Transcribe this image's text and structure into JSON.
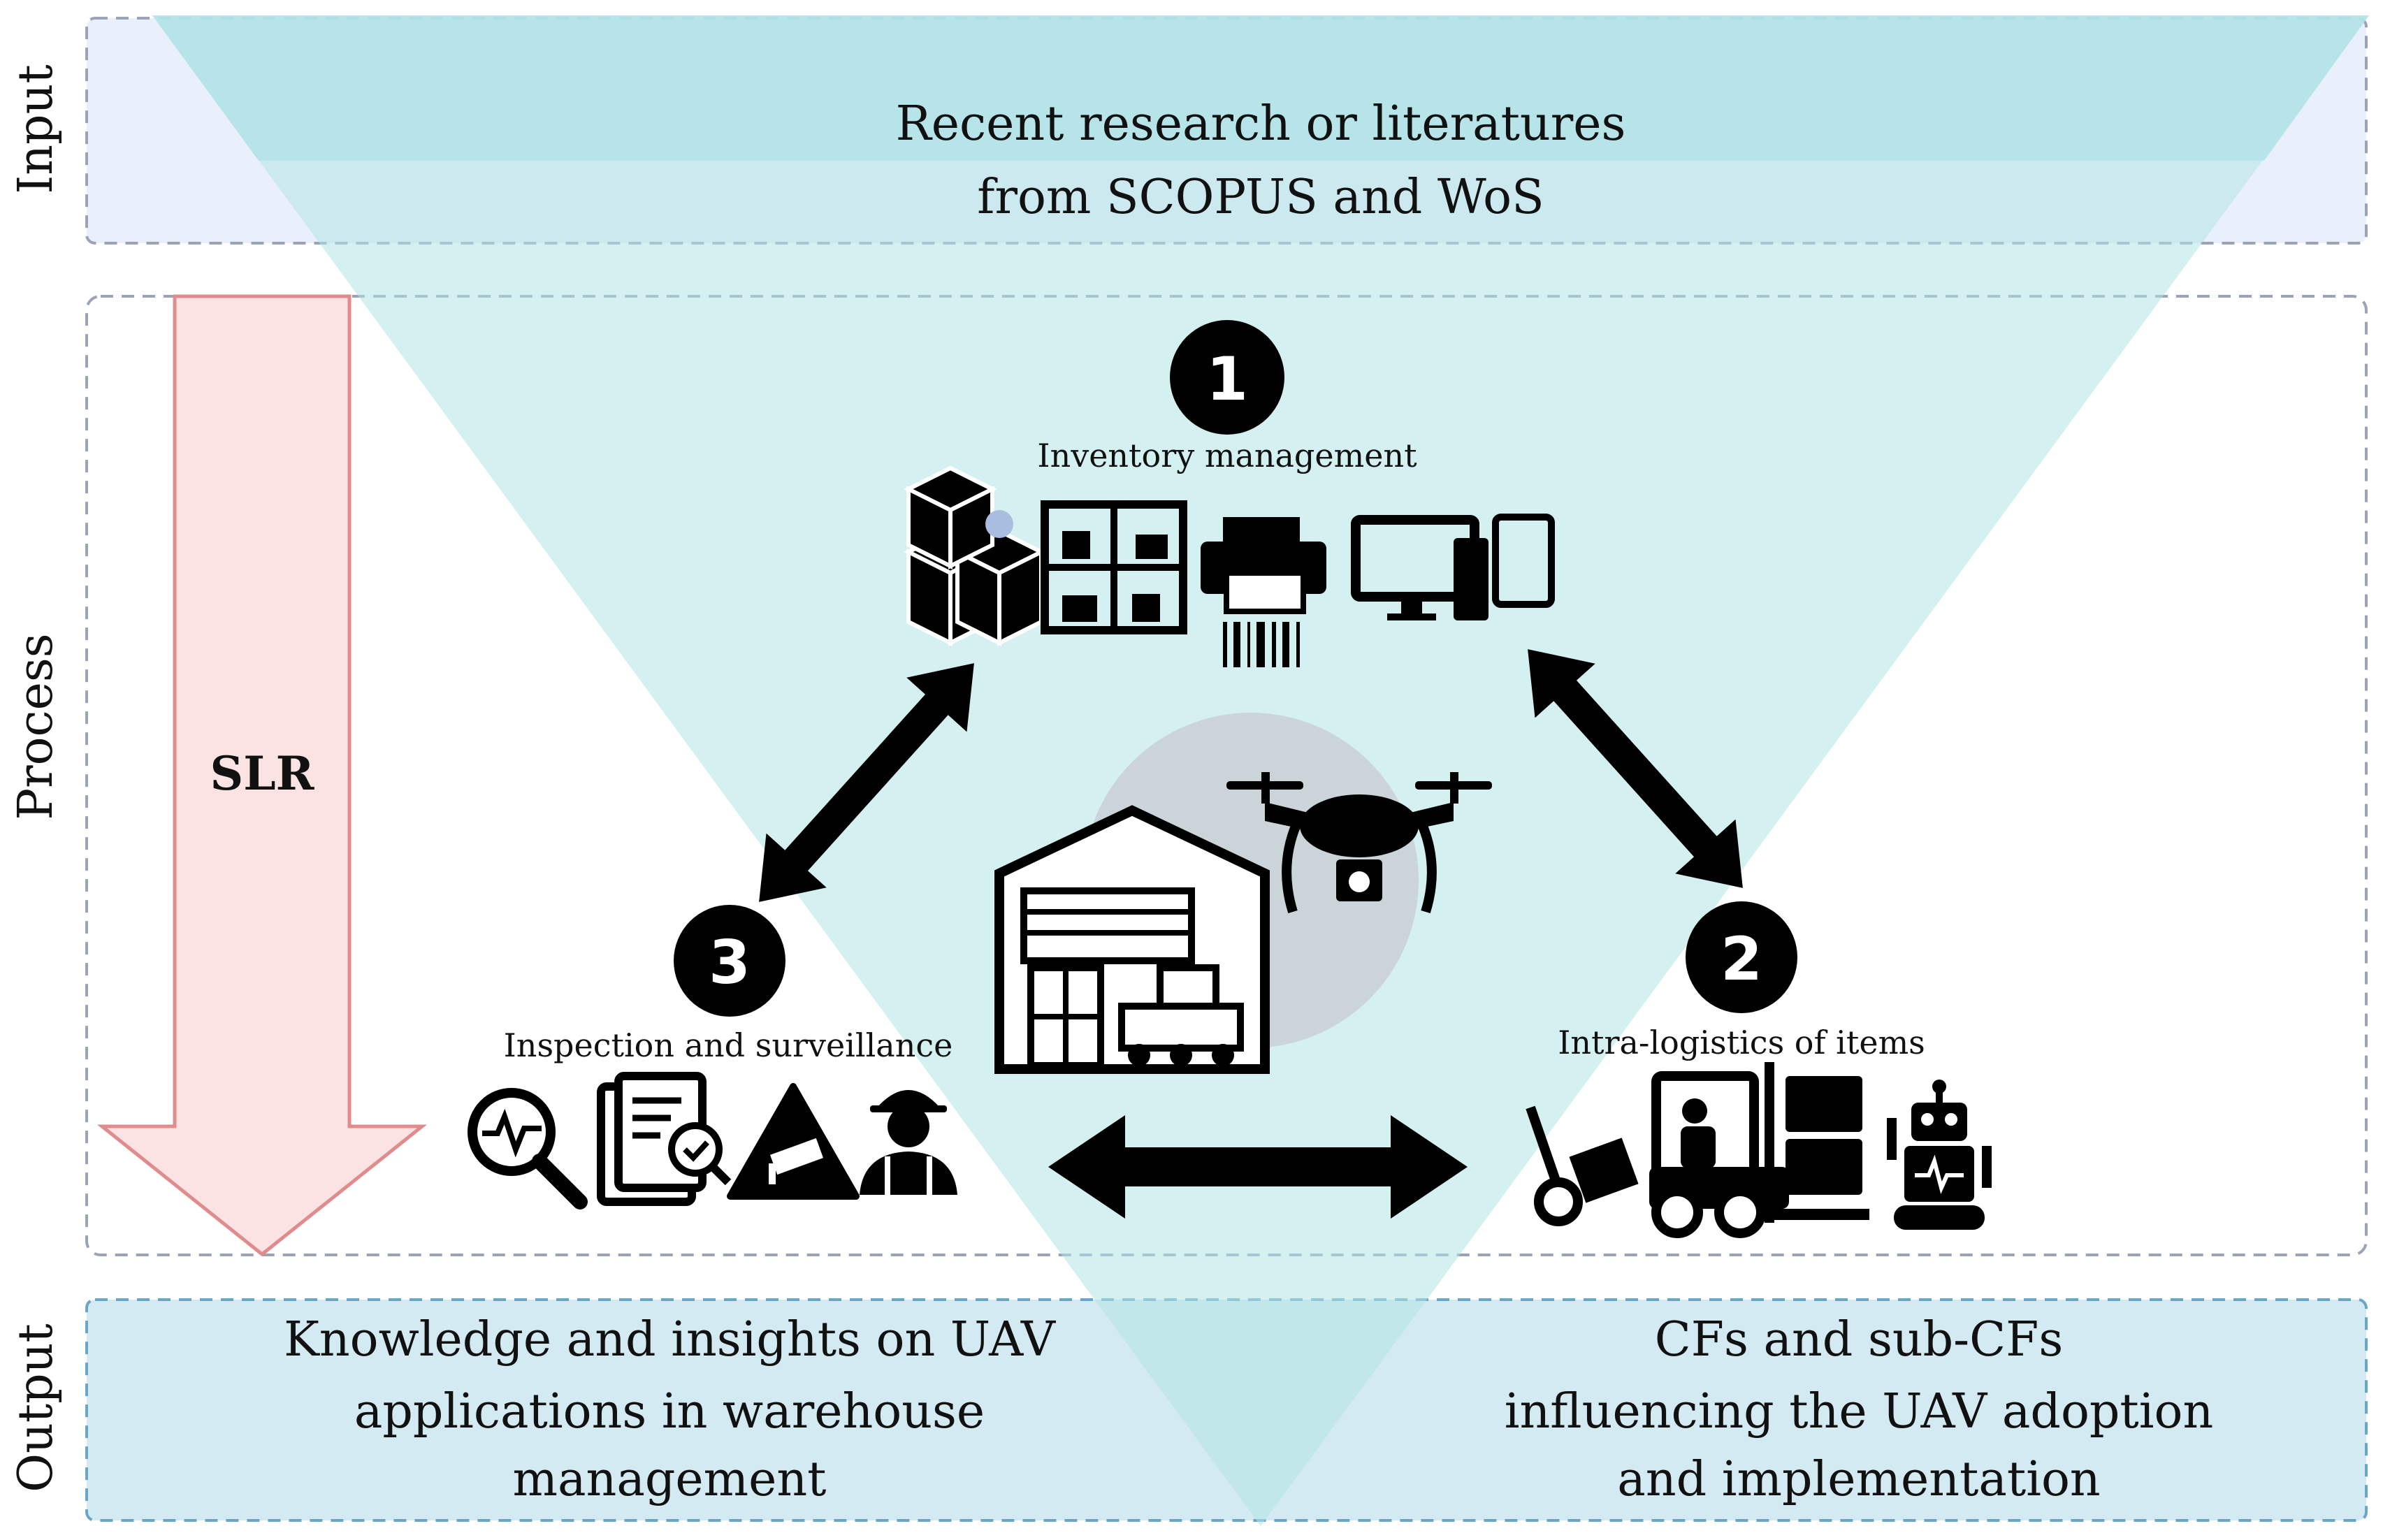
{
  "sections": {
    "input_label": "Input",
    "process_label": "Process",
    "output_label": "Output"
  },
  "input": {
    "line1": "Recent research or literatures",
    "line2": "from SCOPUS and WoS"
  },
  "slr_label": "SLR",
  "nodes": [
    {
      "number": "1",
      "label": "Inventory management",
      "icons": [
        "boxes-icon",
        "warehouse-shelves-icon",
        "barcode-printer-icon",
        "computer-and-tablet-icon"
      ]
    },
    {
      "number": "2",
      "label": "Intra-logistics of items",
      "icons": [
        "hand-truck-icon",
        "forklift-icon",
        "robot-icon"
      ]
    },
    {
      "number": "3",
      "label": "Inspection and surveillance",
      "icons": [
        "magnifier-pulse-icon",
        "document-check-icon",
        "cctv-warning-icon",
        "worker-icon"
      ]
    }
  ],
  "center_icons": [
    "warehouse-icon",
    "drone-icon"
  ],
  "output": {
    "left_line1": "Knowledge and insights on UAV",
    "left_line2": "applications in warehouse",
    "left_line3": "management",
    "right_line1": "CFs and sub-CFs",
    "right_line2": "influencing the UAV adoption",
    "right_line3": "and implementation"
  },
  "colors": {
    "triangle": "#b2e3e6",
    "input_bg": "#eaf0fb",
    "output_bg": "#d3eaf2",
    "box_border": "#9aa3b8",
    "slr_fill": "#fbe3e3",
    "slr_stroke": "#e08c8c",
    "icon": "#000000"
  }
}
